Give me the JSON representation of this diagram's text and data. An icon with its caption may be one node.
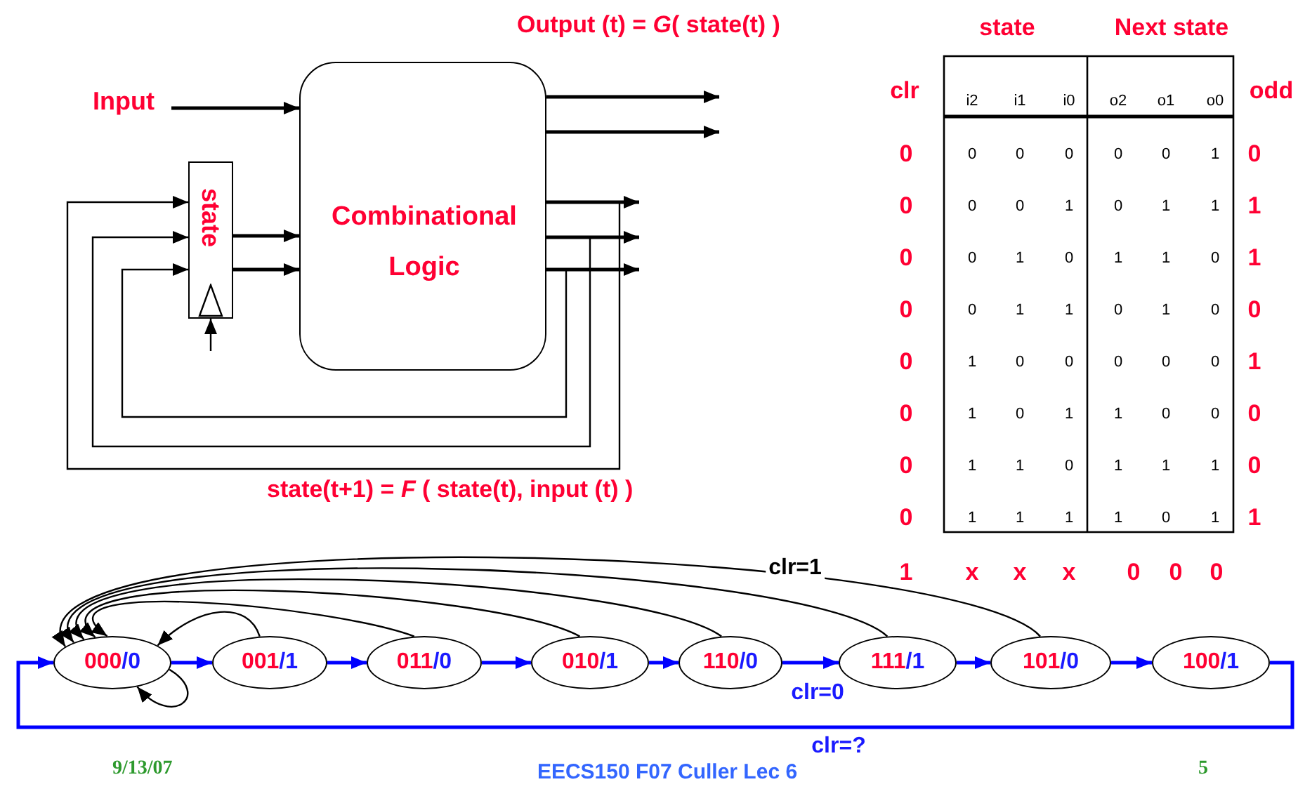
{
  "diagram": {
    "nodes": [
      {
        "text": [
          "Input"
        ]
      },
      {
        "text": [
          "Combinational Logic"
        ]
      },
      {
        "text": [
          "state"
        ]
      },
      {
        "text": [
          "000/0"
        ]
      },
      {
        "text": [
          "001/1"
        ]
      },
      {
        "text": [
          "011/0"
        ]
      },
      {
        "text": [
          "010/1"
        ]
      },
      {
        "text": [
          "110/0"
        ]
      },
      {
        "text": [
          "111/1"
        ]
      },
      {
        "text": [
          "101/0"
        ]
      },
      {
        "text": [
          "100/1"
        ]
      }
    ],
    "edges": [
      {
        "from": 0,
        "to": 1,
        "arrow": "to"
      },
      {
        "from": 2,
        "to": 1,
        "arrow": "to"
      },
      {
        "from": 2,
        "to": 1,
        "arrow": "to"
      },
      {
        "from": 1,
        "to": null,
        "arrow": "to"
      },
      {
        "from": 1,
        "to": null,
        "arrow": "to"
      },
      {
        "from": 1,
        "to": null,
        "arrow": "to"
      },
      {
        "from": 1,
        "to": null,
        "arrow": "to"
      },
      {
        "from": 1,
        "to": null,
        "arrow": "to"
      },
      {
        "from": 1,
        "to": 2,
        "arrow": "to"
      },
      {
        "from": 1,
        "to": 2,
        "arrow": "to"
      },
      {
        "from": 1,
        "to": 2,
        "arrow": "to"
      },
      {
        "from": null,
        "to": 2,
        "arrow": "to"
      },
      {
        "from": 3,
        "to": 4,
        "arrow": "to",
        "color": "#0000ff"
      },
      {
        "from": 4,
        "to": 5,
        "arrow": "to",
        "color": "#0000ff"
      },
      {
        "from": 5,
        "to": 6,
        "arrow": "to",
        "color": "#0000ff"
      },
      {
        "from": 6,
        "to": 7,
        "arrow": "to",
        "color": "#0000ff"
      },
      {
        "from": 7,
        "to": 8,
        "arrow": "to",
        "color": "#0000ff",
        "label": "clr=0"
      },
      {
        "from": 8,
        "to": 9,
        "arrow": "to",
        "color": "#0000ff"
      },
      {
        "from": 9,
        "to": 10,
        "arrow": "to",
        "color": "#0000ff"
      },
      {
        "from": 10,
        "to": 3,
        "arrow": "to",
        "color": "#0000ff",
        "label": "clr=?"
      },
      {
        "from": 3,
        "to": 3,
        "arrow": "to"
      },
      {
        "from": 4,
        "to": 3,
        "arrow": "to"
      },
      {
        "from": 5,
        "to": 3,
        "arrow": "to"
      },
      {
        "from": 6,
        "to": 3,
        "arrow": "to"
      },
      {
        "from": 7,
        "to": 3,
        "arrow": "to"
      },
      {
        "from": 8,
        "to": 3,
        "arrow": "to"
      },
      {
        "from": 9,
        "to": 3,
        "arrow": "to",
        "label": "clr=1"
      }
    ],
    "labels": [
      "Output (t) = *G*( state(t) )",
      "state",
      "Next state",
      "clr",
      "i2",
      "i1",
      "i0",
      "o2",
      "o1",
      "o0",
      "odd",
      "0",
      "0",
      "0",
      "0",
      "0",
      "0",
      "1",
      "0",
      "0",
      "0",
      "0",
      "1",
      "0",
      "1",
      "1",
      "1",
      "0",
      "0",
      "1",
      "0",
      "1",
      "1",
      "0",
      "1",
      "0",
      "0",
      "1",
      "1",
      "0",
      "1",
      "0",
      "0",
      "0",
      "1",
      "0",
      "0",
      "0",
      "0",
      "0",
      "1",
      "0",
      "1",
      "0",
      "1",
      "1",
      "0",
      "0",
      "0",
      "0",
      "1",
      "1",
      "0",
      "1",
      "1",
      "1",
      "0",
      "0",
      "1",
      "1",
      "1",
      "1",
      "0",
      "1",
      "1",
      "1",
      "x",
      "x",
      "x",
      "0",
      "0",
      "0",
      "state(t+1) = *F* ( state(t), input (t) )",
      "9/13/07",
      "EECS150 F07 Culler Lec 6",
      "5"
    ]
  }
}
